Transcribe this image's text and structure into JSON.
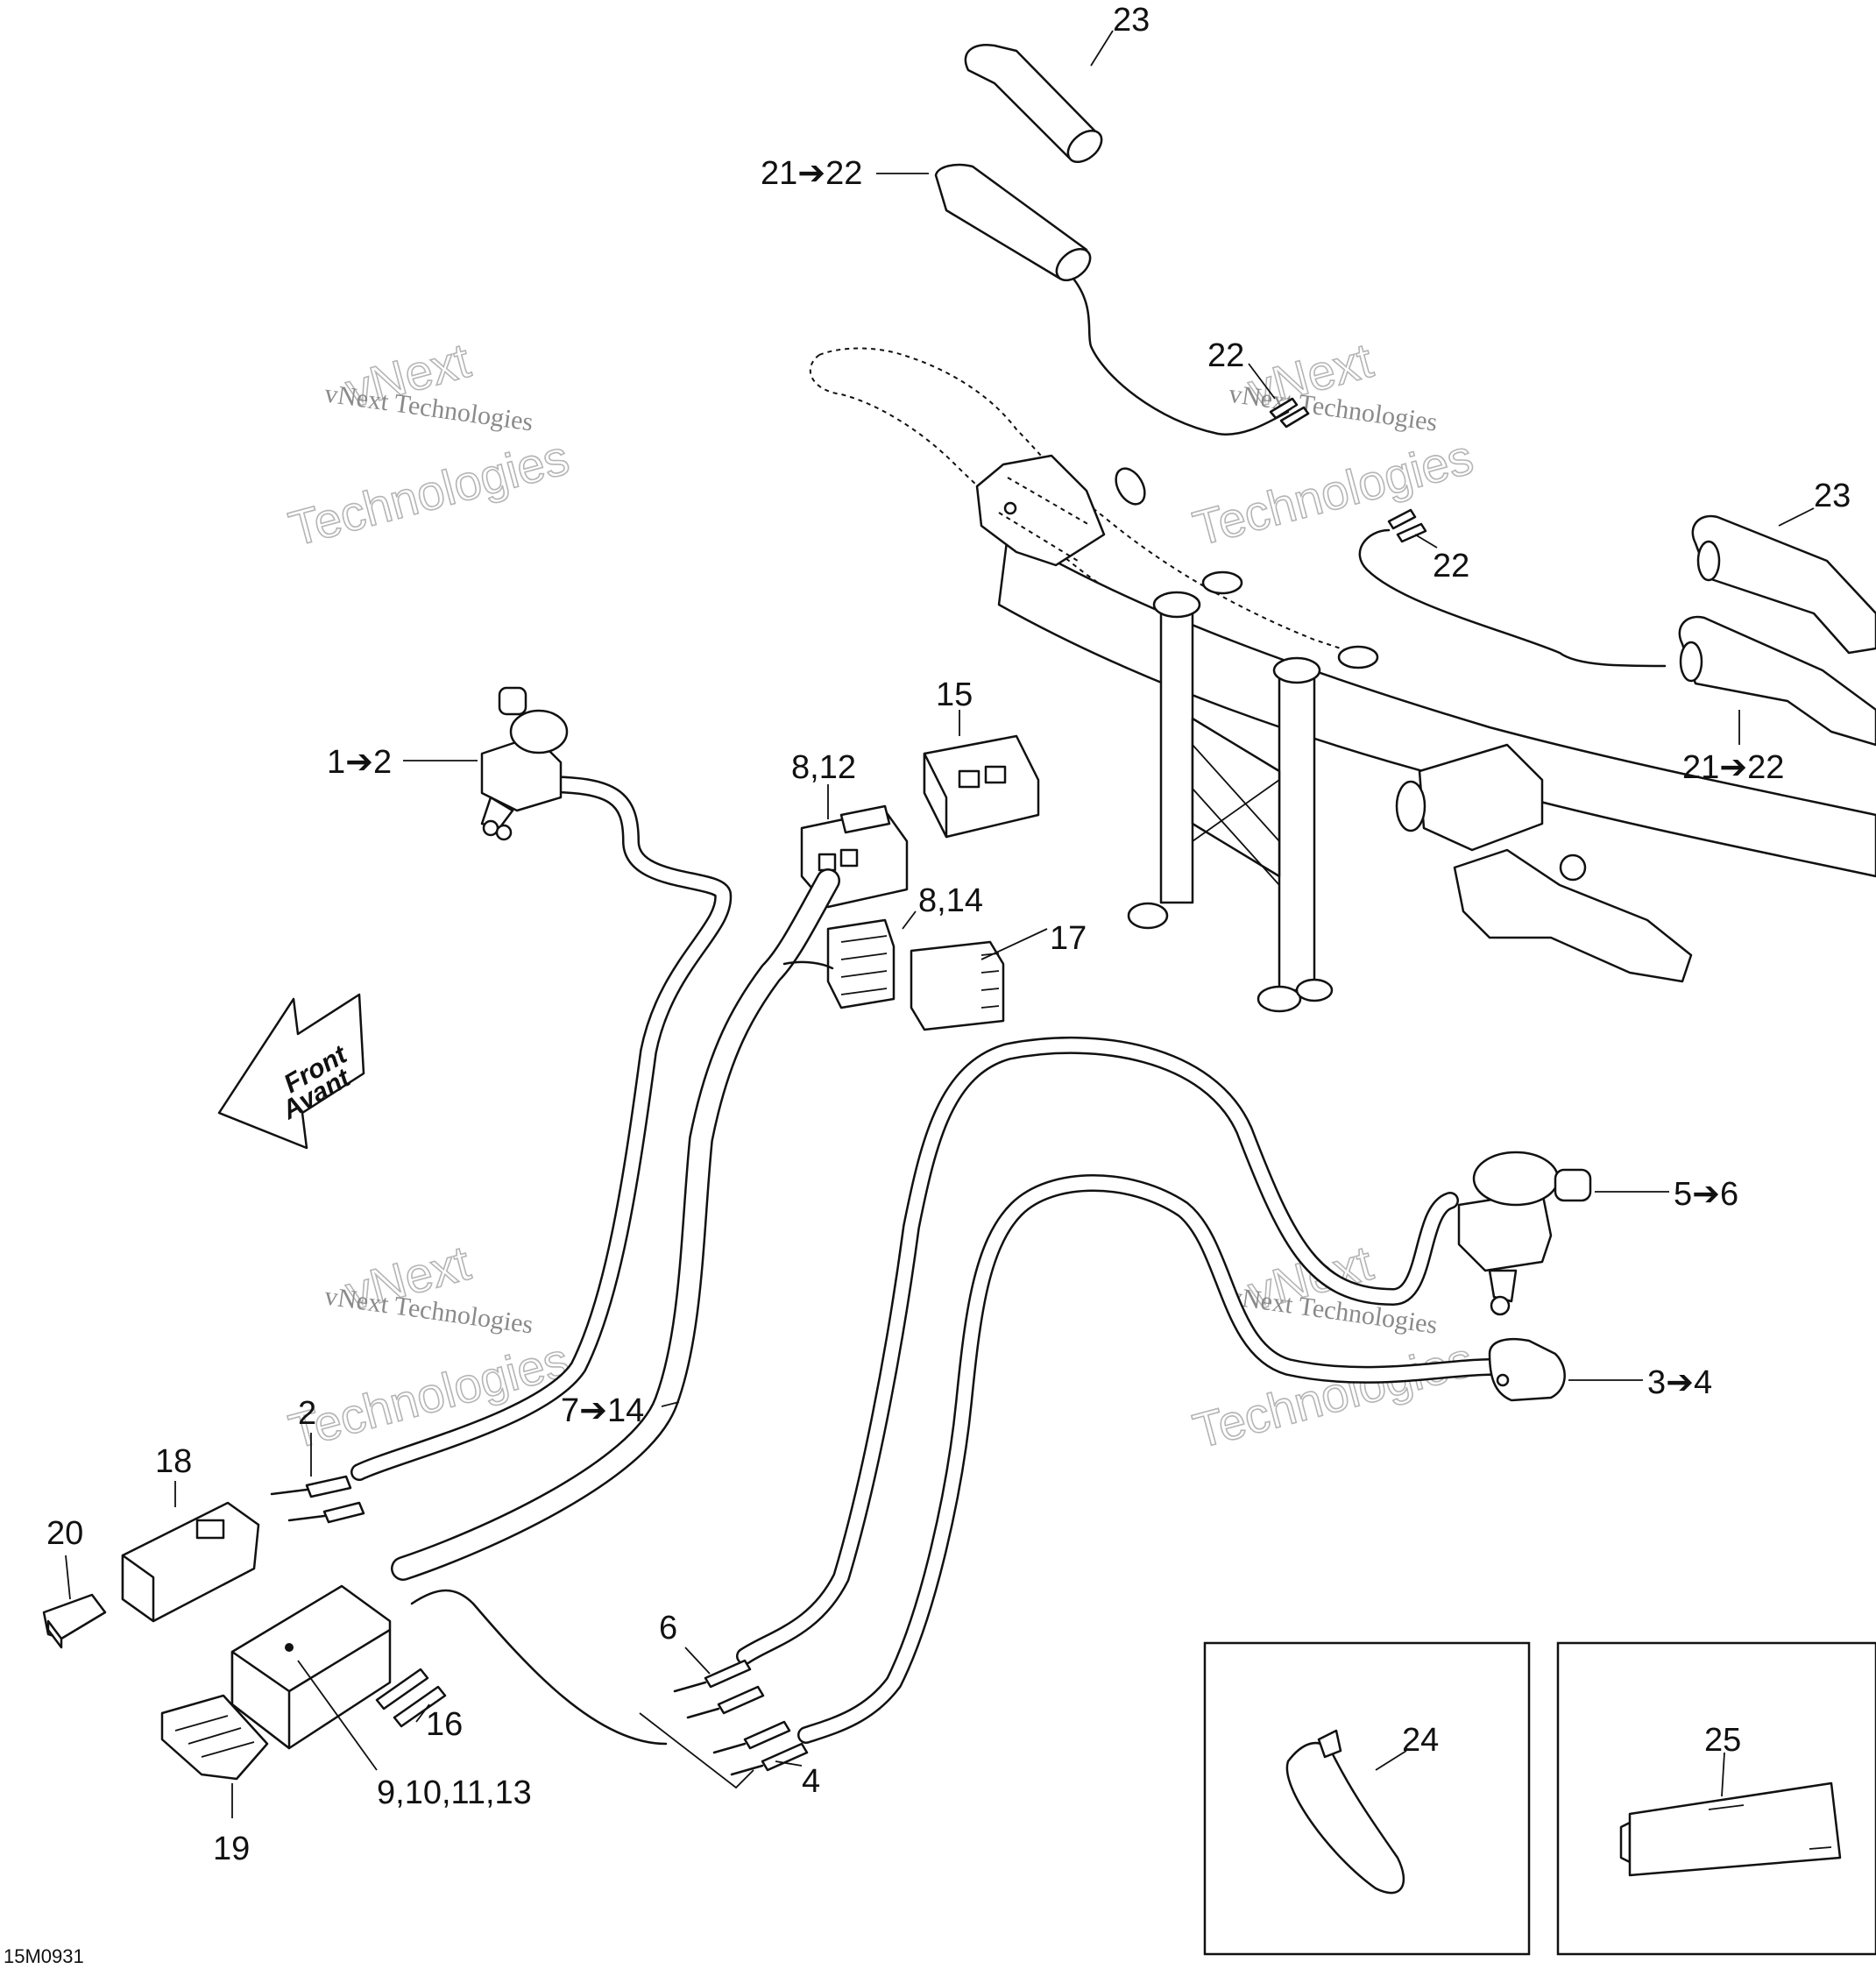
{
  "diagram": {
    "figure_code": "15M0931",
    "front_arrow": {
      "line1": "Front",
      "line2": "Avant"
    },
    "watermark": {
      "line1": "vNext",
      "line2": "vNext Technologies",
      "line3": "Technologies"
    },
    "callouts": {
      "c23a": "23",
      "c21_22a": "21➔22",
      "c22a": "22",
      "c22b": "22",
      "c23b": "23",
      "c21_22b": "21➔22",
      "c15": "15",
      "c8_12": "8,12",
      "c8_14": "8,14",
      "c17": "17",
      "c1_2": "1➔2",
      "c5_6": "5➔6",
      "c3_4": "3➔4",
      "c7_14": "7➔14",
      "c2": "2",
      "c18": "18",
      "c20": "20",
      "c6": "6",
      "c16": "16",
      "c4": "4",
      "c9_13": "9,10,11,13",
      "c19": "19",
      "c24": "24",
      "c25": "25"
    }
  }
}
